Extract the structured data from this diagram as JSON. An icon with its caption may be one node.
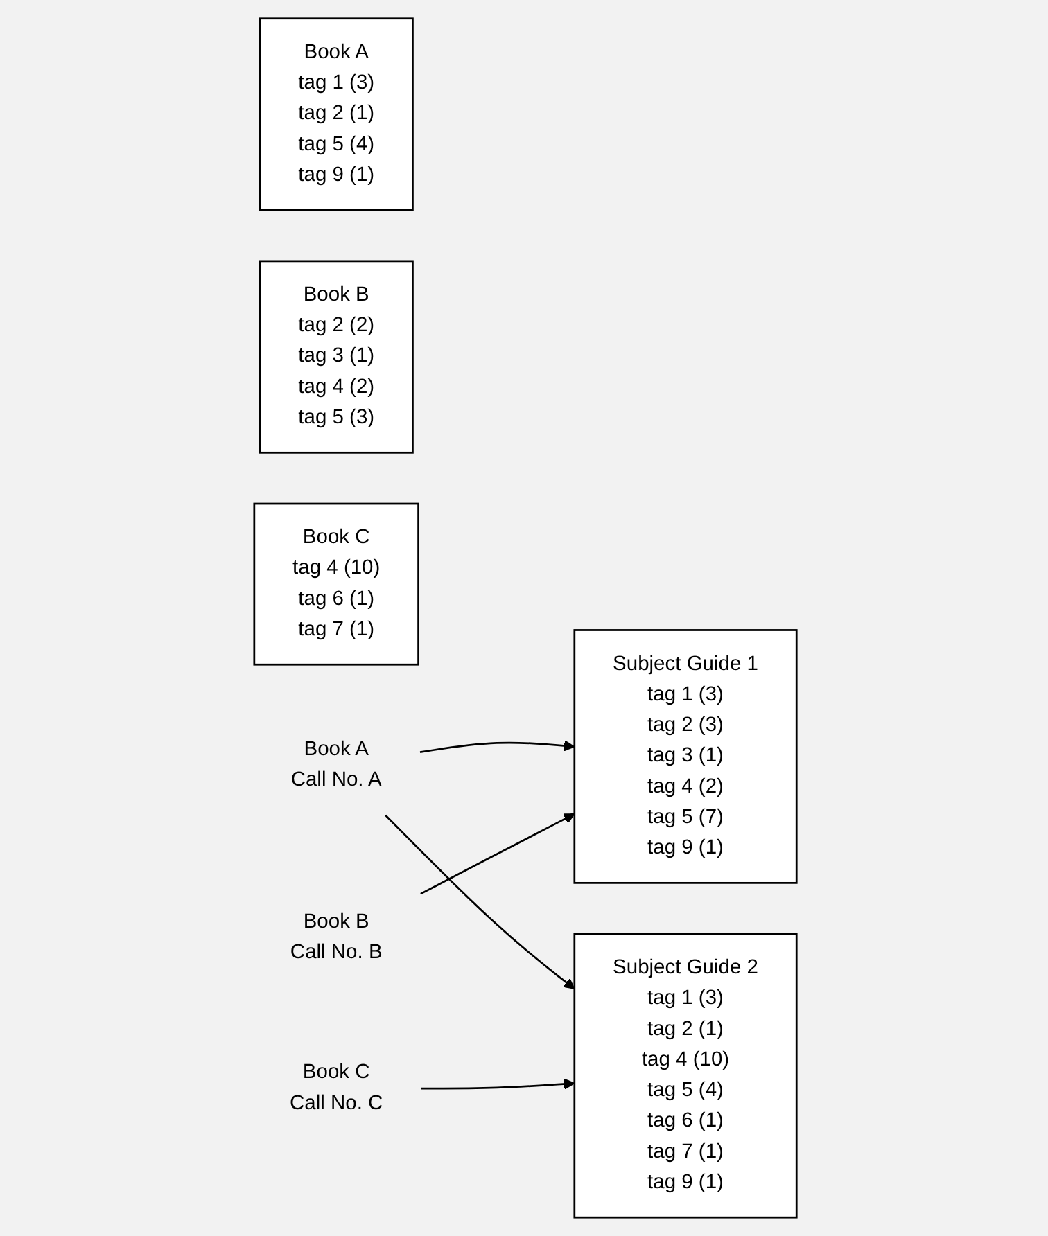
{
  "diagram": {
    "nodes": [
      {
        "text": [
          "Book A",
          "tag 1 (3)",
          "tag 2 (1)",
          "tag 5 (4)",
          "tag 9 (1)"
        ]
      },
      {
        "text": [
          "Book B",
          "tag 2 (2)",
          "tag 3 (1)",
          "tag 4 (2)",
          "tag 5 (3)"
        ]
      },
      {
        "text": [
          "Book C",
          "tag 4 (10)",
          "tag 6 (1)",
          "tag 7 (1)"
        ]
      },
      {
        "text": [
          "Book A",
          "Call No. A"
        ]
      },
      {
        "text": [
          "Subject Guide 1",
          "tag 1 (3)",
          "tag 2 (3)",
          "tag 3 (1)",
          "tag 4 (2)",
          "tag 5 (7)",
          "tag 9 (1)"
        ]
      },
      {
        "text": [
          "Book B",
          "Call No. B"
        ]
      },
      {
        "text": [
          "Subject Guide 2",
          "tag 1 (3)",
          "tag 2 (1)",
          "tag 4 (10)",
          "tag 5 (4)",
          "tag 6 (1)",
          "tag 7 (1)",
          "tag 9 (1)"
        ]
      },
      {
        "text": [
          "Book C",
          "Call No. C"
        ]
      }
    ],
    "edges": [
      {
        "from": 3,
        "to": 4,
        "arrow": "to"
      },
      {
        "from": 3,
        "to": 6,
        "arrow": "to"
      },
      {
        "from": 5,
        "to": 4,
        "arrow": "to"
      },
      {
        "from": 7,
        "to": 6,
        "arrow": "to"
      }
    ]
  }
}
